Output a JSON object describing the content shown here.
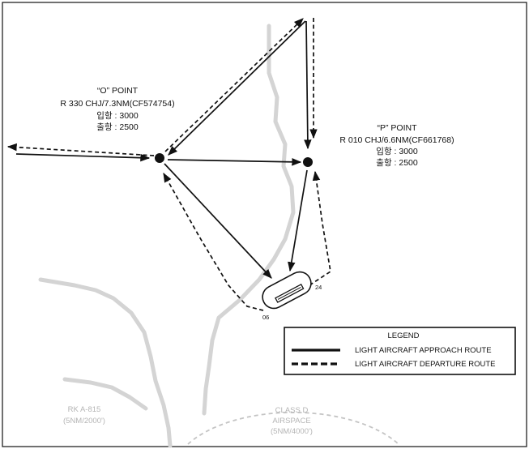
{
  "point_o": {
    "name": "“O” POINT",
    "radial": "R 330 CHJ/7.3NM(CF574754)",
    "arrival_alt": "입항 : 3000",
    "departure_alt": "출항 : 2500"
  },
  "point_p": {
    "name": "“P” POINT",
    "radial": "R 010 CHJ/6.6NM(CF661768)",
    "arrival_alt": "입항 : 3000",
    "departure_alt": "출항 : 2500"
  },
  "runway": {
    "end_06": "06",
    "end_24": "24"
  },
  "legend": {
    "title": "LEGEND",
    "approach_label": "LIGHT AIRCRAFT APPROACH ROUTE",
    "departure_label": "LIGHT AIRCRAFT DEPARTURE ROUTE"
  },
  "airspace": {
    "rk_name": "RK A-815",
    "rk_limits": "(5NM/2000')",
    "class_d_name": "CLASS D",
    "class_d_type": "AIRSPACE",
    "class_d_limits": "(5NM/4000')"
  },
  "colors": {
    "route": "#111111",
    "terrain": "#d4d4d4",
    "faint_text": "#b5b5b5"
  }
}
